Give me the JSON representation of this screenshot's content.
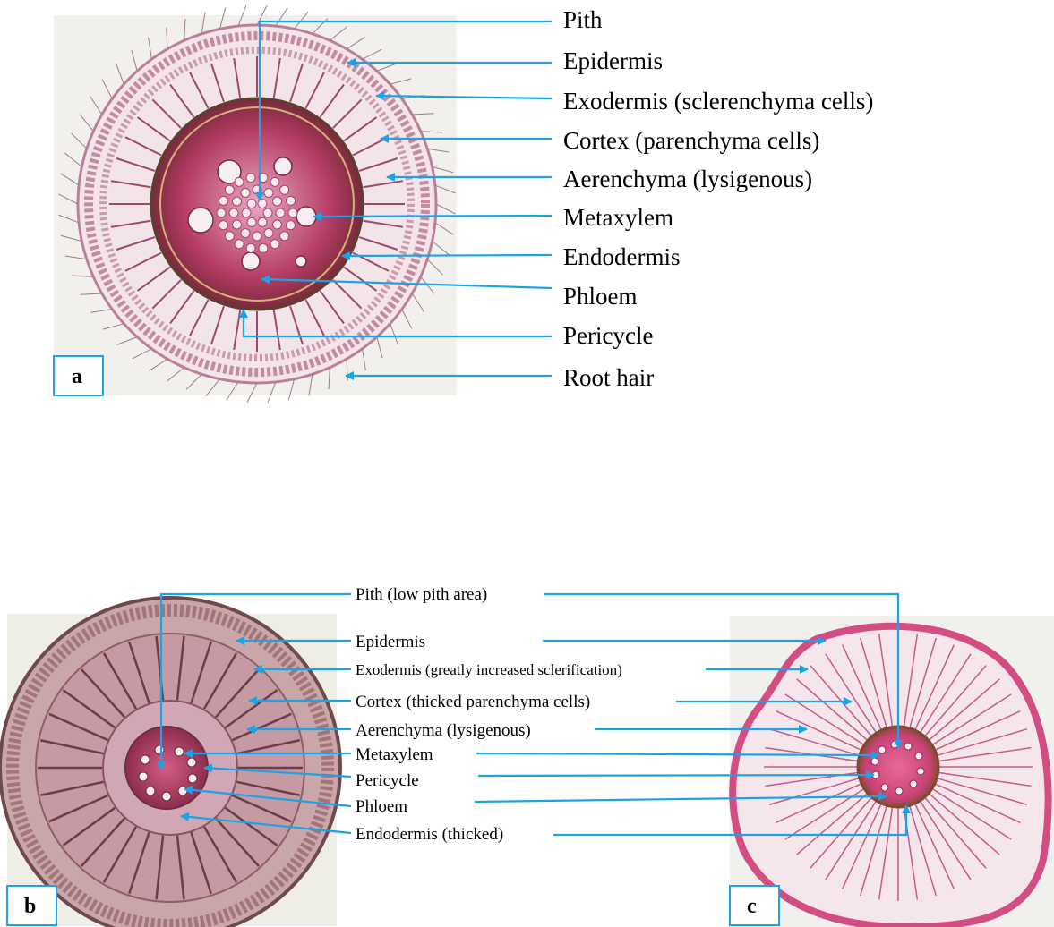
{
  "panels": {
    "a": {
      "letter": "a",
      "labels": [
        "Pith",
        "Epidermis",
        "Exodermis (sclerenchyma cells)",
        "Cortex (parenchyma cells)",
        "Aerenchyma (lysigenous)",
        "Metaxylem",
        "Endodermis",
        "Phloem",
        "Pericycle",
        "Root hair"
      ]
    },
    "b": {
      "letter": "b"
    },
    "c": {
      "letter": "c"
    },
    "bc_labels": [
      "Pith (low pith area)",
      "Epidermis",
      "Exodermis (greatly increased sclerification)",
      "Cortex (thicked parenchyma cells)",
      "Aerenchyma (lysigenous)",
      "Metaxylem",
      "Pericycle",
      "Phloem",
      "Endodermis (thicked)"
    ]
  },
  "colors": {
    "arrow": "#1ba3e6",
    "tissue_outer": "#c98fa6",
    "tissue_stele": "#b8305c",
    "background_panel": "#eeeeea"
  }
}
